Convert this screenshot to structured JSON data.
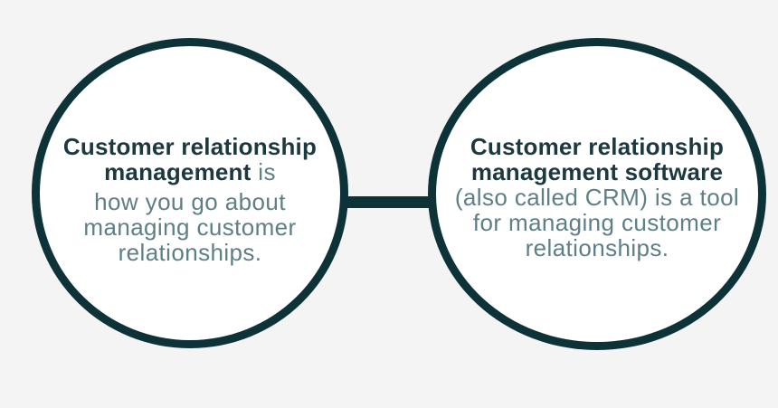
{
  "colors": {
    "background": "#f4f4f5",
    "ring": "#0d3338",
    "circle_fill": "#ffffff",
    "bold_text": "#1c3940",
    "light_text": "#5d7f85"
  },
  "left_circle": {
    "lines": [
      {
        "style": "bold",
        "text": "Customer relationship"
      },
      {
        "style": "mixed",
        "bold": "management",
        "light": "is"
      },
      {
        "style": "light",
        "text": "how you go about"
      },
      {
        "style": "light",
        "text": "managing customer"
      },
      {
        "style": "light",
        "text": "relationships."
      }
    ]
  },
  "right_circle": {
    "lines": [
      {
        "style": "bold",
        "text": "Customer relationship"
      },
      {
        "style": "bold",
        "text": "management software"
      },
      {
        "style": "light",
        "text": "(also called CRM) is a tool"
      },
      {
        "style": "light",
        "text": "for managing customer"
      },
      {
        "style": "light",
        "text": "relationships."
      }
    ]
  }
}
